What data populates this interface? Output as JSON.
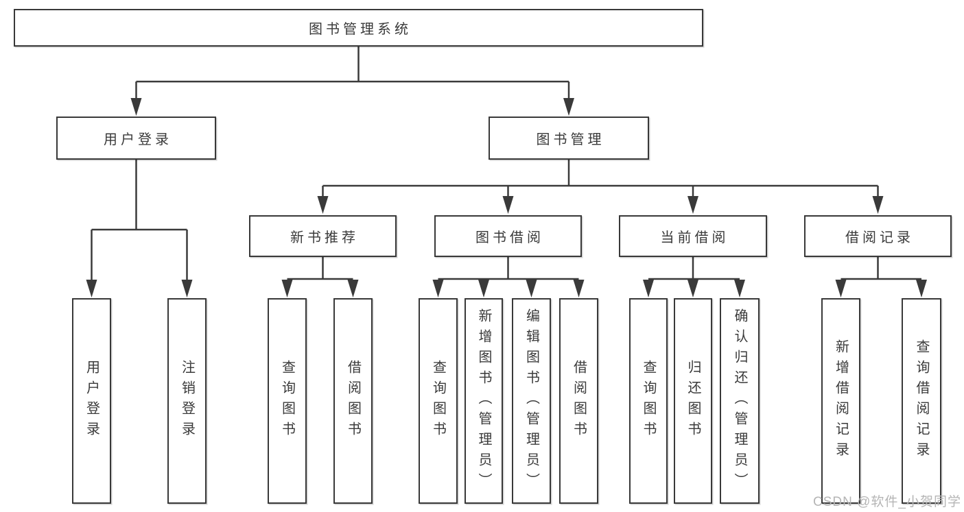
{
  "diagram": {
    "root": {
      "label": "图书管理系统",
      "children": [
        {
          "label": "用户登录",
          "children": [
            {
              "label": "用户登录"
            },
            {
              "label": "注销登录"
            }
          ]
        },
        {
          "label": "图书管理",
          "children": [
            {
              "label": "新书推荐",
              "children": [
                {
                  "label": "查询图书"
                },
                {
                  "label": "借阅图书"
                }
              ]
            },
            {
              "label": "图书借阅",
              "children": [
                {
                  "label": "查询图书"
                },
                {
                  "label": "新增图书（管理员）"
                },
                {
                  "label": "编辑图书（管理员）"
                },
                {
                  "label": "借阅图书"
                }
              ]
            },
            {
              "label": "当前借阅",
              "children": [
                {
                  "label": "查询图书"
                },
                {
                  "label": "归还图书"
                },
                {
                  "label": "确认归还（管理员）"
                }
              ]
            },
            {
              "label": "借阅记录",
              "children": [
                {
                  "label": "新增借阅记录"
                },
                {
                  "label": "查询借阅记录"
                }
              ]
            }
          ]
        }
      ]
    }
  },
  "watermark": {
    "text": "CSDN @软件_小贺同学"
  },
  "colors": {
    "line": "#3a3a3a",
    "text": "#3a3a3a",
    "box_border": "#383838",
    "background": "#ffffff",
    "watermark": "#b5b5b5"
  }
}
